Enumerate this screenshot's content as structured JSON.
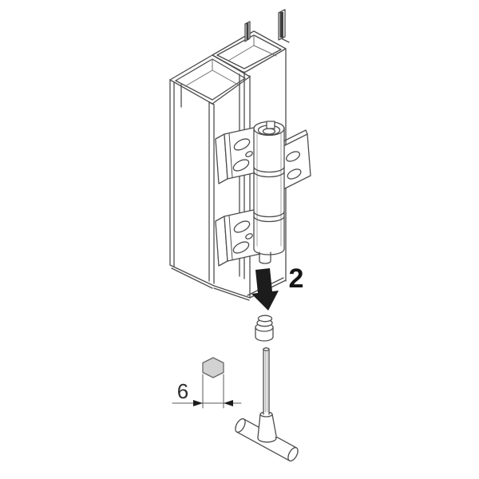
{
  "diagram": {
    "step_label": "2",
    "dimension_label": "6"
  },
  "colors": {
    "line": "#4d4d4d",
    "line_light": "#9a9a9a",
    "solid": "#1c1c1c",
    "hex_fill": "#d2d2d2",
    "background": "#ffffff"
  },
  "icons": {
    "profile": "aluminium-profile-isometric",
    "hinge": "door-hinge",
    "arrow": "arrow-down-icon",
    "cap": "hinge-pin-cap",
    "tool": "t-handle-hex-key",
    "hex": "hex-socket-symbol"
  }
}
